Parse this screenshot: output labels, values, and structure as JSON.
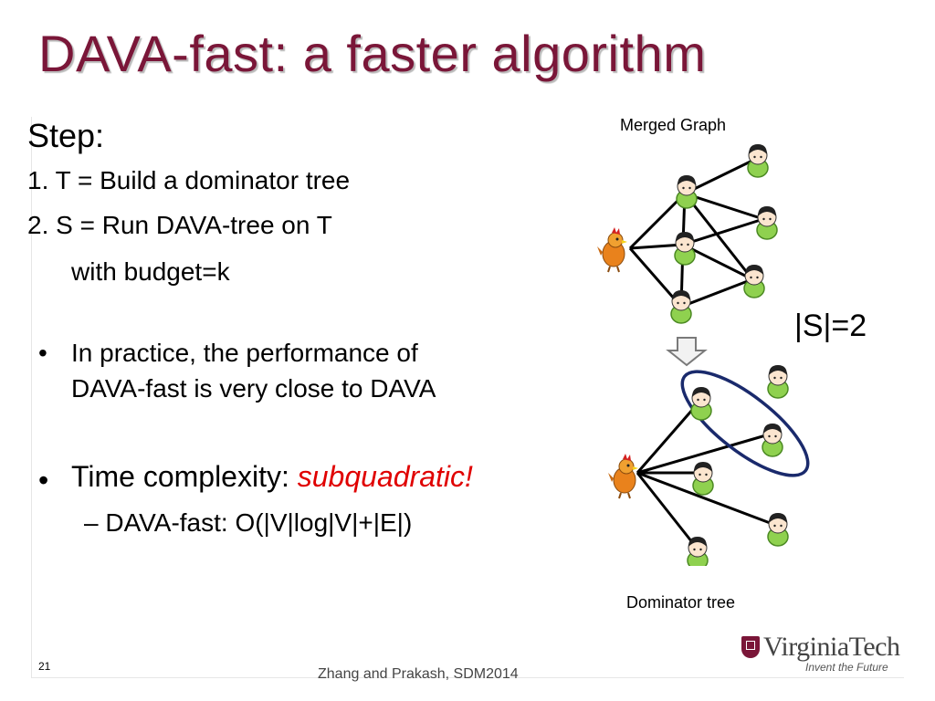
{
  "slide": {
    "title": "DAVA-fast: a faster algorithm",
    "steps_heading": "Step:",
    "step1": "1. T = Build a dominator tree",
    "step2": "2. S = Run DAVA-tree on T",
    "step2_cont": "with budget=k",
    "bullet_glyph": "•",
    "bullet1_line1": "In practice, the performance of",
    "bullet1_line2": "DAVA-fast is very close to DAVA",
    "bullet2_prefix": "Time complexity: ",
    "bullet2_emph": "subquadratic!",
    "sub_bullet": "– DAVA-fast: O(|V|log|V|+|E|)",
    "emph_color": "#e00000",
    "title_color": "#7a1638"
  },
  "figure": {
    "caption_top": "Merged Graph",
    "caption_bottom": "Dominator tree",
    "set_size": "|S|=2",
    "node_icon": "person-icon",
    "source_icon": "chicken-icon",
    "arrow_icon": "down-arrow-icon",
    "selection_color": "#1a2a6c"
  },
  "footer": {
    "slide_number": "21",
    "citation": "Zhang and Prakash, SDM2014"
  },
  "logo": {
    "name": "VirginiaTech",
    "motto": "Invent the Future"
  }
}
